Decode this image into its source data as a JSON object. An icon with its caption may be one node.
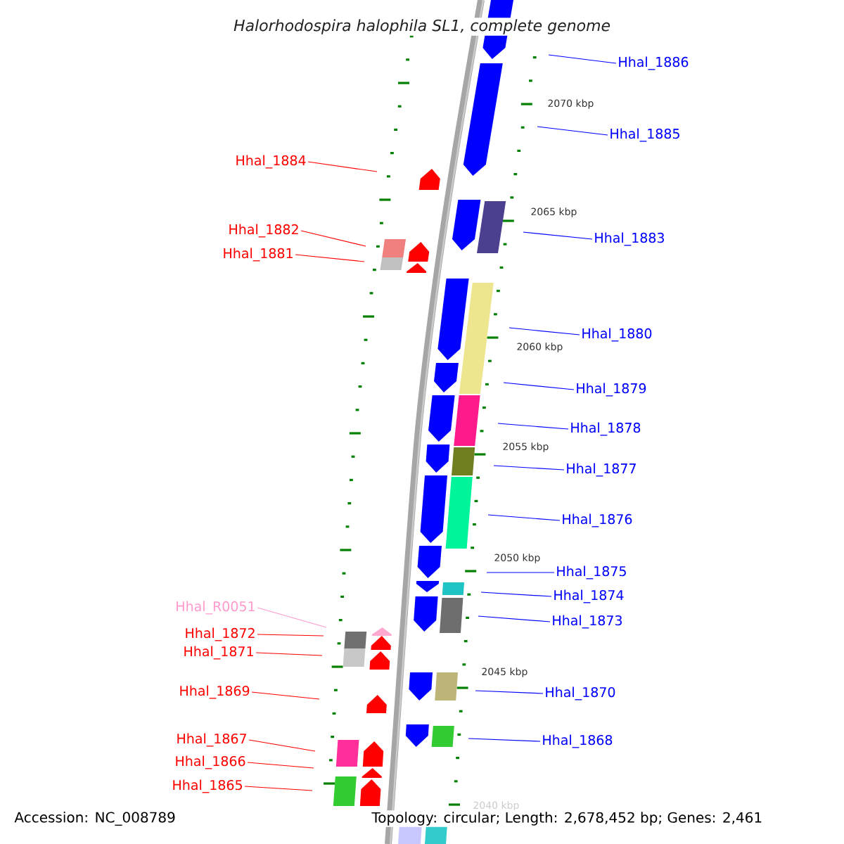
{
  "diagram": {
    "title": "Halorhodospira halophila SL1, complete genome",
    "nodes": [
      {
        "text": [
          "Hhal_1886"
        ]
      },
      {
        "text": [
          "Hhal_1885"
        ]
      },
      {
        "text": [
          "Hhal_1884"
        ]
      },
      {
        "text": [
          "Hhal_1882"
        ]
      },
      {
        "text": [
          "Hhal_1883"
        ]
      },
      {
        "text": [
          "Hhal_1881"
        ]
      },
      {
        "text": [
          "Hhal_1880"
        ]
      },
      {
        "text": [
          "Hhal_1879"
        ]
      },
      {
        "text": [
          "Hhal_1878"
        ]
      },
      {
        "text": [
          "Hhal_1877"
        ]
      },
      {
        "text": [
          "Hhal_1876"
        ]
      },
      {
        "text": [
          "Hhal_1875"
        ]
      },
      {
        "text": [
          "Hhal_1874"
        ]
      },
      {
        "text": [
          "Hhal_R0051"
        ]
      },
      {
        "text": [
          "Hhal_1873"
        ]
      },
      {
        "text": [
          "Hhal_1872"
        ]
      },
      {
        "text": [
          "Hhal_1871"
        ]
      },
      {
        "text": [
          "Hhal_1869"
        ]
      },
      {
        "text": [
          "Hhal_1870"
        ]
      },
      {
        "text": [
          "Hhal_1867"
        ]
      },
      {
        "text": [
          "Hhal_1868"
        ]
      },
      {
        "text": [
          "Hhal_1866"
        ]
      },
      {
        "text": [
          "Hhal_1865"
        ]
      }
    ],
    "edges": [
      {
        "from": 0,
        "to": null,
        "arrow": "none"
      },
      {
        "from": 1,
        "to": null,
        "arrow": "none"
      },
      {
        "from": 2,
        "to": null,
        "arrow": "none",
        "color": "#ff0000"
      },
      {
        "from": 3,
        "to": null,
        "arrow": "none",
        "color": "#ff0000"
      },
      {
        "from": 4,
        "to": null,
        "arrow": "none"
      },
      {
        "from": 5,
        "to": null,
        "arrow": "none",
        "color": "#ff0000"
      },
      {
        "from": 6,
        "to": null,
        "arrow": "none"
      },
      {
        "from": 7,
        "to": null,
        "arrow": "none"
      },
      {
        "from": 8,
        "to": null,
        "arrow": "none"
      },
      {
        "from": 9,
        "to": null,
        "arrow": "none"
      },
      {
        "from": 10,
        "to": null,
        "arrow": "none"
      },
      {
        "from": 11,
        "to": null,
        "arrow": "none"
      },
      {
        "from": 12,
        "to": null,
        "arrow": "none"
      },
      {
        "from": 13,
        "to": null,
        "arrow": "none",
        "color": "#ff99cc"
      },
      {
        "from": 14,
        "to": null,
        "arrow": "none"
      },
      {
        "from": 15,
        "to": null,
        "arrow": "none",
        "color": "#ff0000"
      },
      {
        "from": 16,
        "to": null,
        "arrow": "none",
        "color": "#ff0000"
      },
      {
        "from": 17,
        "to": null,
        "arrow": "none",
        "color": "#ff0000"
      },
      {
        "from": 18,
        "to": null,
        "arrow": "none"
      },
      {
        "from": 19,
        "to": null,
        "arrow": "none",
        "color": "#ff0000"
      },
      {
        "from": 20,
        "to": null,
        "arrow": "none"
      },
      {
        "from": 21,
        "to": null,
        "arrow": "none",
        "color": "#ff0000"
      },
      {
        "from": 22,
        "to": null,
        "arrow": "none",
        "color": "#ff0000"
      }
    ],
    "labels": [
      "2070 kbp",
      "2065 kbp",
      "2060 kbp",
      "2055 kbp",
      "2050 kbp",
      "2045 kbp",
      "2040 kbp",
      "Accession: NC_008789",
      "Topology: circular; Length: 2,678,452 bp; Genes: 2,461"
    ]
  }
}
